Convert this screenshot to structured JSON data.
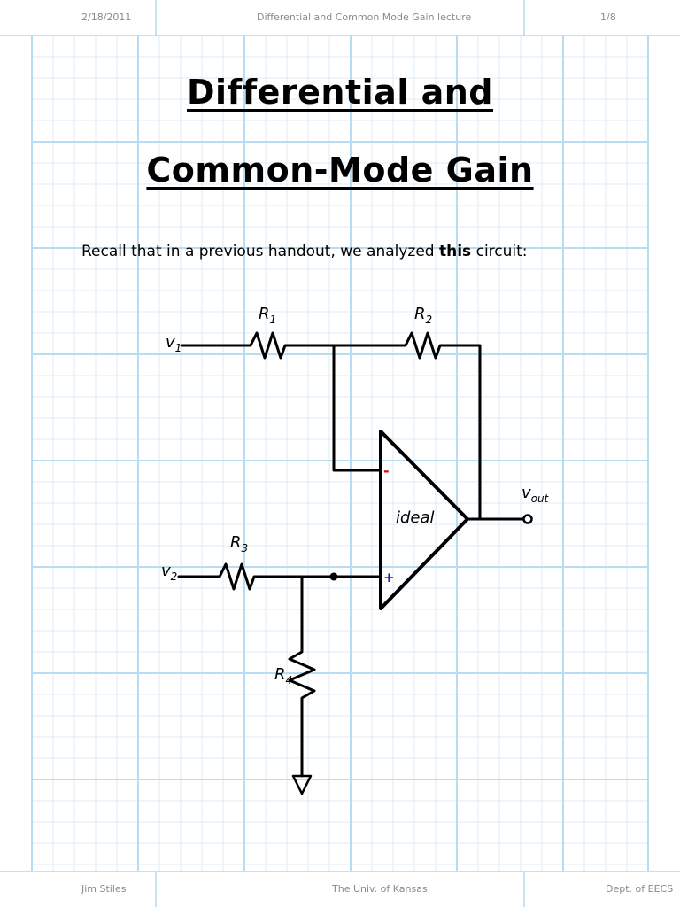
{
  "header": {
    "date": "2/18/2011",
    "lecture": "Differential and Common Mode Gain lecture",
    "page": "1/8"
  },
  "title": {
    "line1": "Differential and",
    "line2": "Common-Mode Gain"
  },
  "body": {
    "before": "Recall that in a previous handout, we analyzed ",
    "bold": "this",
    "after": " circuit:"
  },
  "circuit": {
    "r1": "R",
    "r1_sub": "1",
    "r2": "R",
    "r2_sub": "2",
    "r3": "R",
    "r3_sub": "3",
    "r4": "R",
    "r4_sub": "4",
    "v1": "v",
    "v1_sub": "1",
    "v2": "v",
    "v2_sub": "2",
    "vout": "v",
    "vout_sub": "out",
    "opamp_label": "ideal",
    "minus_sign": "-",
    "plus_sign": "+",
    "minus_color": "#d01010",
    "plus_color": "#1020d0"
  },
  "footer": {
    "author": "Jim Stiles",
    "university": "The Univ. of Kansas",
    "dept": "Dept. of EECS"
  }
}
